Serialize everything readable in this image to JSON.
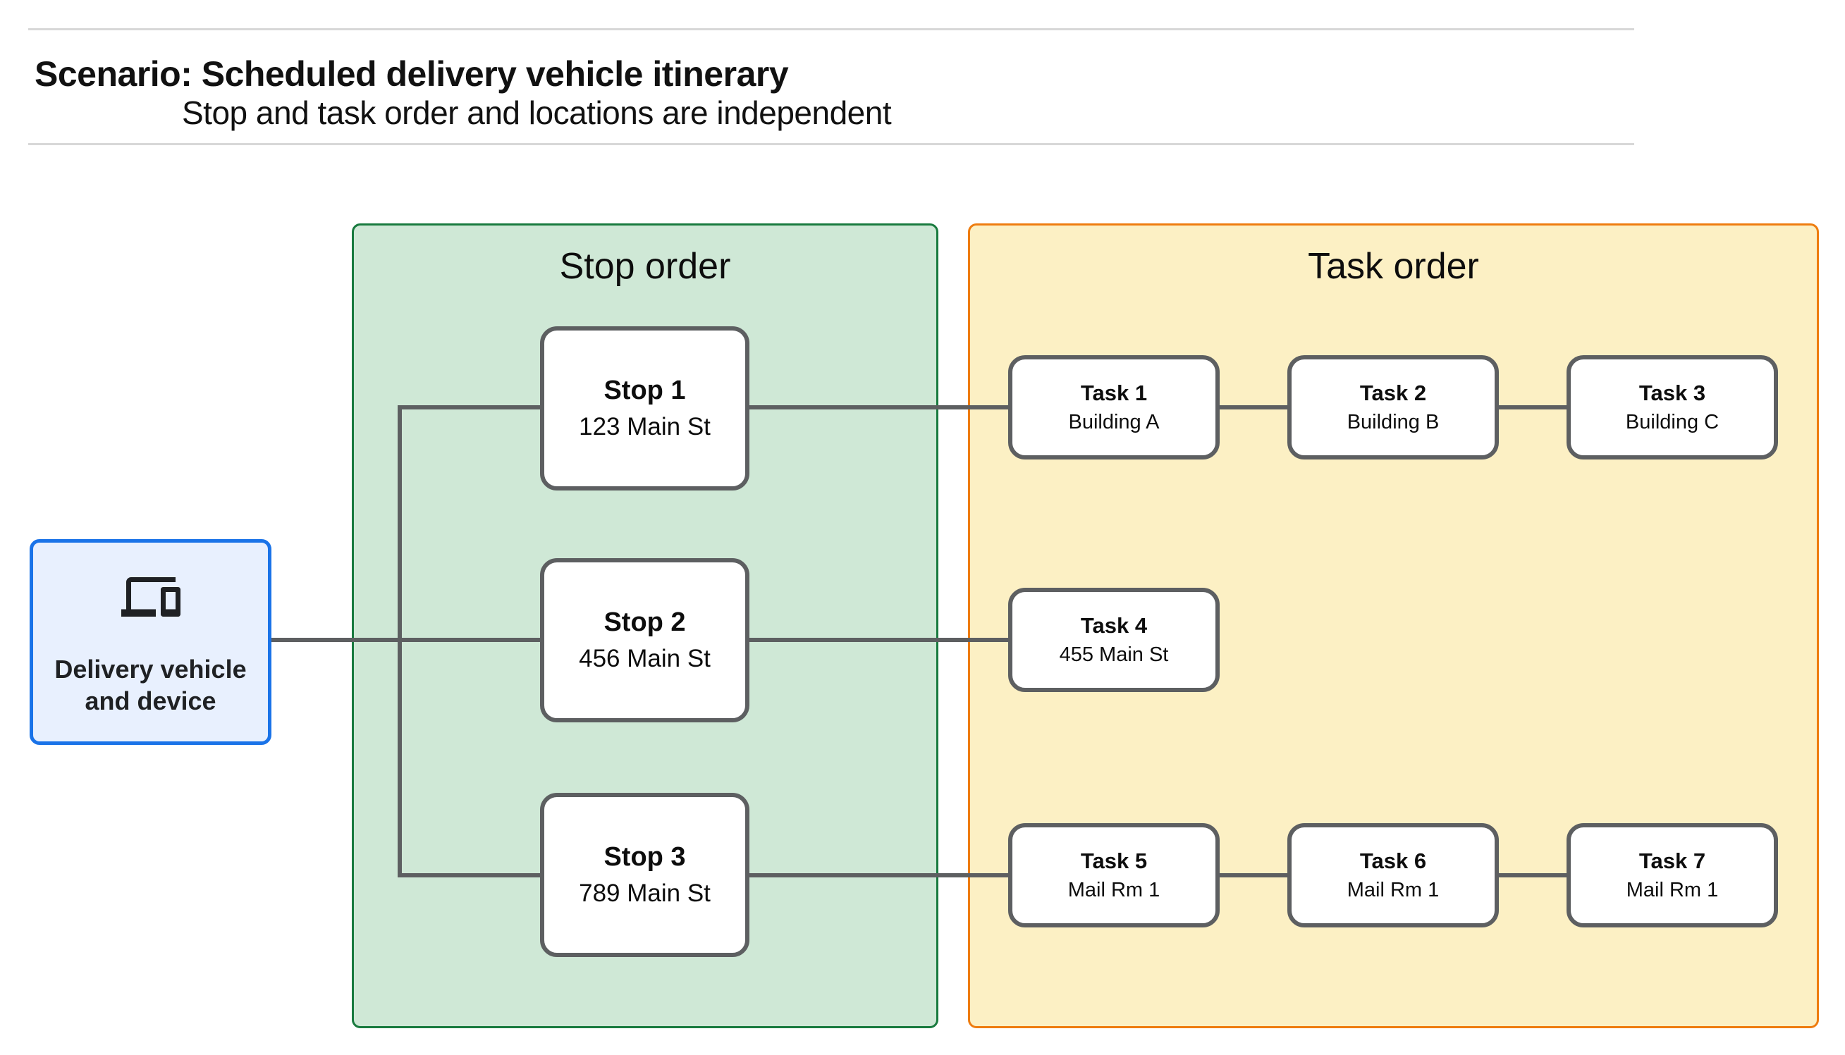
{
  "header": {
    "title": "Scenario: Scheduled delivery vehicle itinerary",
    "subtitle": "Stop and task order and locations are independent"
  },
  "source": {
    "icon": "devices-icon",
    "label_line1": "Delivery vehicle",
    "label_line2": "and device"
  },
  "stop_panel": {
    "title": "Stop order",
    "stops": [
      {
        "title": "Stop 1",
        "subtitle": "123 Main St"
      },
      {
        "title": "Stop 2",
        "subtitle": "456 Main St"
      },
      {
        "title": "Stop 3",
        "subtitle": "789 Main St"
      }
    ]
  },
  "task_panel": {
    "title": "Task order",
    "tasks": [
      {
        "title": "Task 1",
        "subtitle": "Building A"
      },
      {
        "title": "Task 2",
        "subtitle": "Building B"
      },
      {
        "title": "Task 3",
        "subtitle": "Building C"
      },
      {
        "title": "Task 4",
        "subtitle": "455 Main St"
      },
      {
        "title": "Task 5",
        "subtitle": "Mail Rm 1"
      },
      {
        "title": "Task 6",
        "subtitle": "Mail Rm 1"
      },
      {
        "title": "Task 7",
        "subtitle": "Mail Rm 1"
      }
    ]
  },
  "colors": {
    "stop_panel_fill": "#cfe8d6",
    "stop_panel_border": "#187a3e",
    "task_panel_fill": "#fcf0c4",
    "task_panel_border": "#ee7c0f",
    "source_fill": "#e8f0fe",
    "source_border": "#1a73e8",
    "node_border": "#5d5f61",
    "connector": "#5d5f61",
    "rule": "#d8d8d8"
  }
}
